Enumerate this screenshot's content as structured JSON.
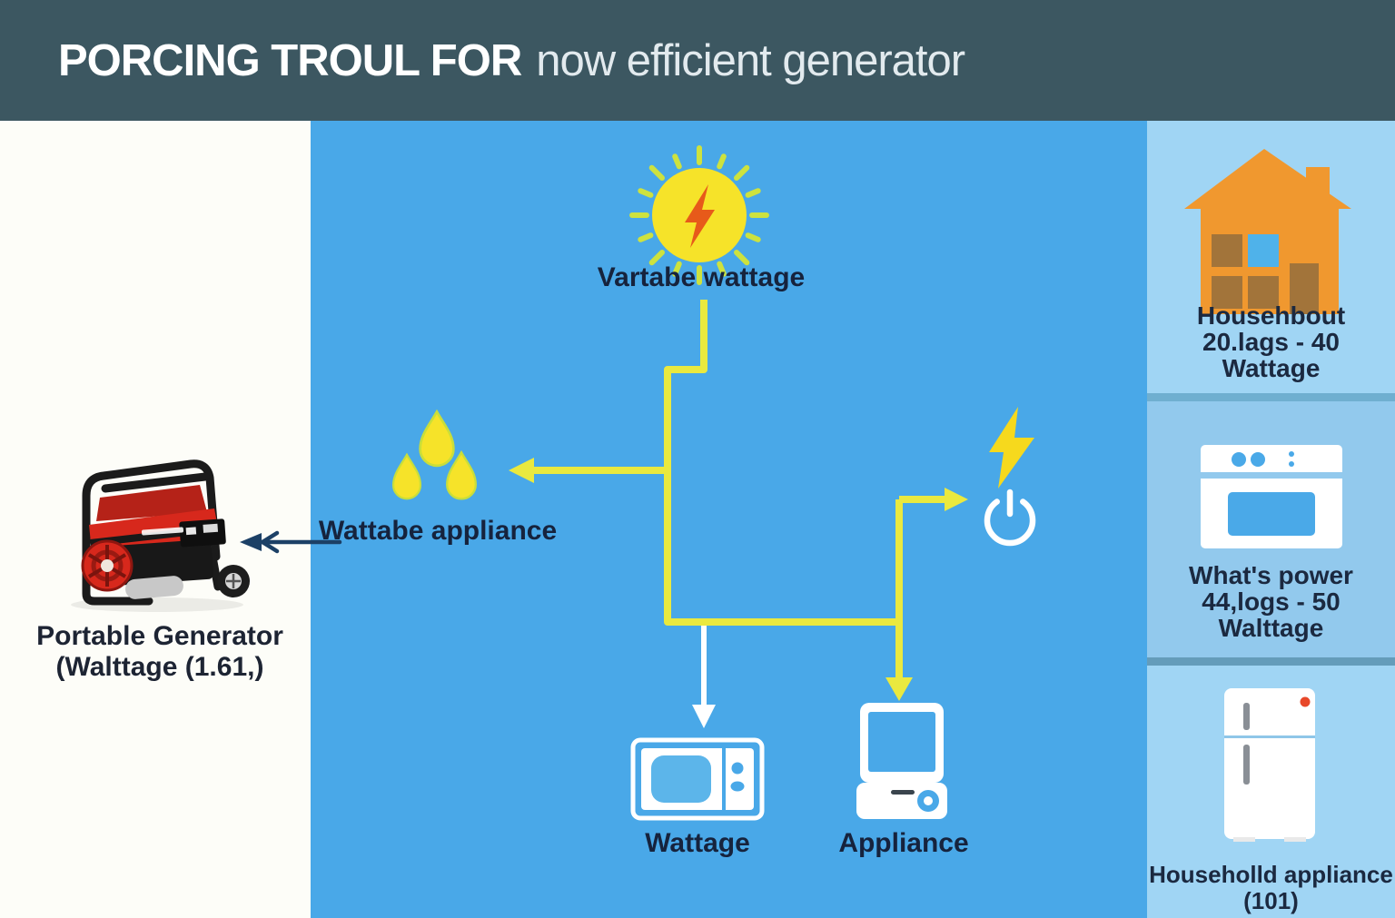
{
  "title": {
    "primary": "PORCING TROUL FOR",
    "secondary": "now efficient generator"
  },
  "left_panel": {
    "caption_line1": "Portable Generator",
    "caption_line2": "(Walttage (1.61,)"
  },
  "diagram": {
    "variable_wattage_label": "Vartabe wattage",
    "wattage_appliance_label": "Wattabe appliance",
    "microwave_label": "Wattage",
    "computer_label": "Appliance"
  },
  "sidebar": {
    "household": {
      "line1": "Househbout",
      "line2": "20.lags - 40",
      "line3": "Wattage"
    },
    "power": {
      "line1": "What's power",
      "line2": "44,logs - 50",
      "line3": "Walttage"
    },
    "appliance": {
      "line1": "Householld appliance",
      "line2": "(101)"
    }
  },
  "icons": {
    "sun": "sun-lightning-icon",
    "drops": "water-drops-icon",
    "bolt": "lightning-bolt-icon",
    "power_button": "power-button-icon",
    "microwave": "microwave-icon",
    "computer": "computer-icon",
    "house": "house-icon",
    "oven": "oven-icon",
    "fridge": "refrigerator-icon",
    "generator": "portable-generator-image"
  },
  "colors": {
    "titlebar": "#3c5761",
    "main_blue": "#49a8e8",
    "sidebar_light": "#a0d5f4",
    "sidebar_mid": "#92c9ed",
    "connector_yellow": "#eae93f",
    "sun_yellow": "#f6e329",
    "ray_green_yellow": "#cde23f",
    "bolt_orange": "#e75a1a",
    "bolt_yellow": "#f6d91d",
    "house_orange": "#f0982f",
    "window_brown": "#a2743a",
    "text_navy": "#16233d",
    "generator_red": "#d7281c"
  }
}
